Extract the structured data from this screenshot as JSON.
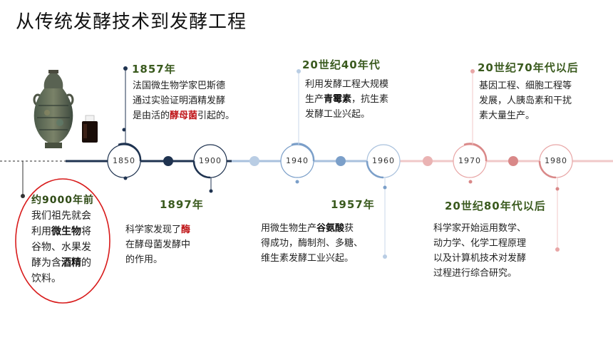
{
  "title": "从传统发酵技术到发酵工程",
  "timeline": {
    "nodes": [
      "1850",
      "1900",
      "1940",
      "1960",
      "1970",
      "1980"
    ]
  },
  "events": {
    "e9000": {
      "heading": "约9000年前",
      "l1": "我们祖先就会",
      "l2a": "利用",
      "l2b": "微生物",
      "l2c": "将",
      "l3": "谷物、水果发",
      "l4a": "酵为含",
      "l4b": "酒精",
      "l4c": "的",
      "l5": "饮料。"
    },
    "e1857": {
      "heading": "1857年",
      "l1": "法国微生物学家巴斯德",
      "l2": "通过实验证明酒精发酵",
      "l3a": "是由活的",
      "l3b": "酵母菌",
      "l3c": "引起的。"
    },
    "e1897": {
      "heading": "1897年",
      "l1a": "科学家发现了",
      "l1b": "酶",
      "l2": "在酵母菌发酵中",
      "l3": "的作用。"
    },
    "e1940": {
      "heading": "20世纪40年代",
      "l1": "利用发酵工程大规模",
      "l2a": "生产",
      "l2b": "青霉素",
      "l2c": "，抗生素",
      "l3": "发酵工业兴起。"
    },
    "e1957": {
      "heading": "1957年",
      "l1a": "用微生物生产",
      "l1b": "谷氨酸",
      "l1c": "获",
      "l2": "得成功，酶制剂、多糖、",
      "l3": "维生素发酵工业兴起。"
    },
    "e1970": {
      "heading": "20世纪70年代以后",
      "l1": "基因工程、细胞工程等",
      "l2": "发展，人胰岛素和干扰",
      "l3": "素大量生产。"
    },
    "e1980": {
      "heading": "20世纪80年代以后",
      "l1": "科学家开始运用数学、",
      "l2": "动力学、化学工程原理",
      "l3": "以及计算机技术对发酵",
      "l4": "过程进行综合研究。"
    }
  },
  "colors": {
    "navy": "#1f3350",
    "light_blue": "#a9c1dd",
    "mid_blue": "#7b9fc9",
    "pink": "#e8a6a6",
    "rose": "#d98888",
    "green_heading": "#3a5a1e",
    "accent_red": "#c0181b"
  },
  "icons": {
    "artifact": "bronze-vessel-icon",
    "bottle": "liquid-bottle-icon"
  }
}
